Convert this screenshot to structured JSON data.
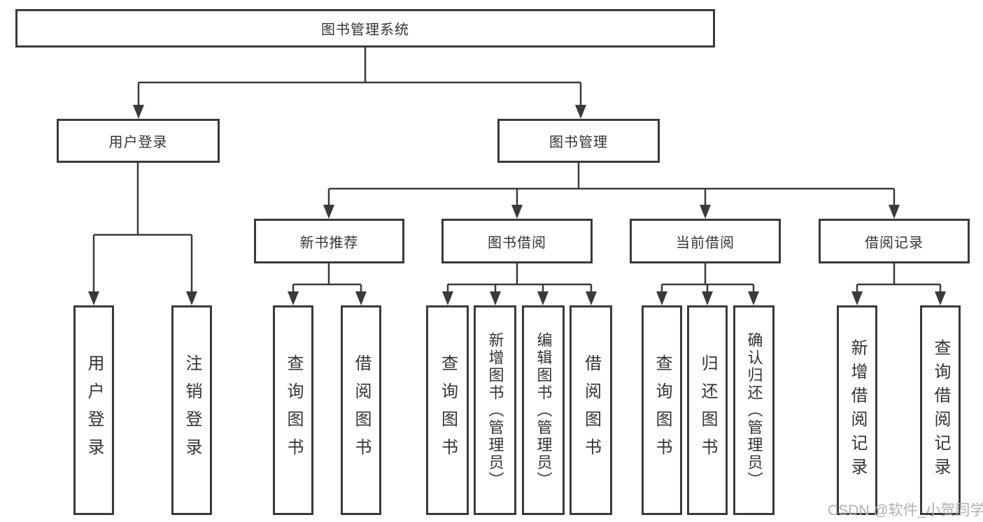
{
  "diagram": {
    "title": "图书管理系统",
    "watermark": "CSDN @软件_小贺同学",
    "colors": {
      "line": "#3a3a3a",
      "box_border": "#3a3a3a",
      "text": "#333333",
      "watermark": "#b0b0b0",
      "background": "#ffffff"
    },
    "root": {
      "label": "图书管理系统"
    },
    "level2": [
      {
        "label": "用户登录"
      },
      {
        "label": "图书管理"
      }
    ],
    "level3": [
      {
        "label": "新书推荐"
      },
      {
        "label": "图书借阅"
      },
      {
        "label": "当前借阅"
      },
      {
        "label": "借阅记录"
      }
    ],
    "leaves": {
      "user_login": [
        {
          "label": "用户登录"
        },
        {
          "label": "注销登录"
        }
      ],
      "new_books": [
        {
          "label": "查询图书"
        },
        {
          "label": "借阅图书"
        }
      ],
      "borrow": [
        {
          "label": "查询图书"
        },
        {
          "label": "新增图书（管理员）"
        },
        {
          "label": "编辑图书（管理员）"
        },
        {
          "label": "借阅图书"
        }
      ],
      "current": [
        {
          "label": "查询图书"
        },
        {
          "label": "归还图书"
        },
        {
          "label": "确认归还（管理员）"
        }
      ],
      "records": [
        {
          "label": "新增借阅记录"
        },
        {
          "label": "查询借阅记录"
        }
      ]
    }
  }
}
